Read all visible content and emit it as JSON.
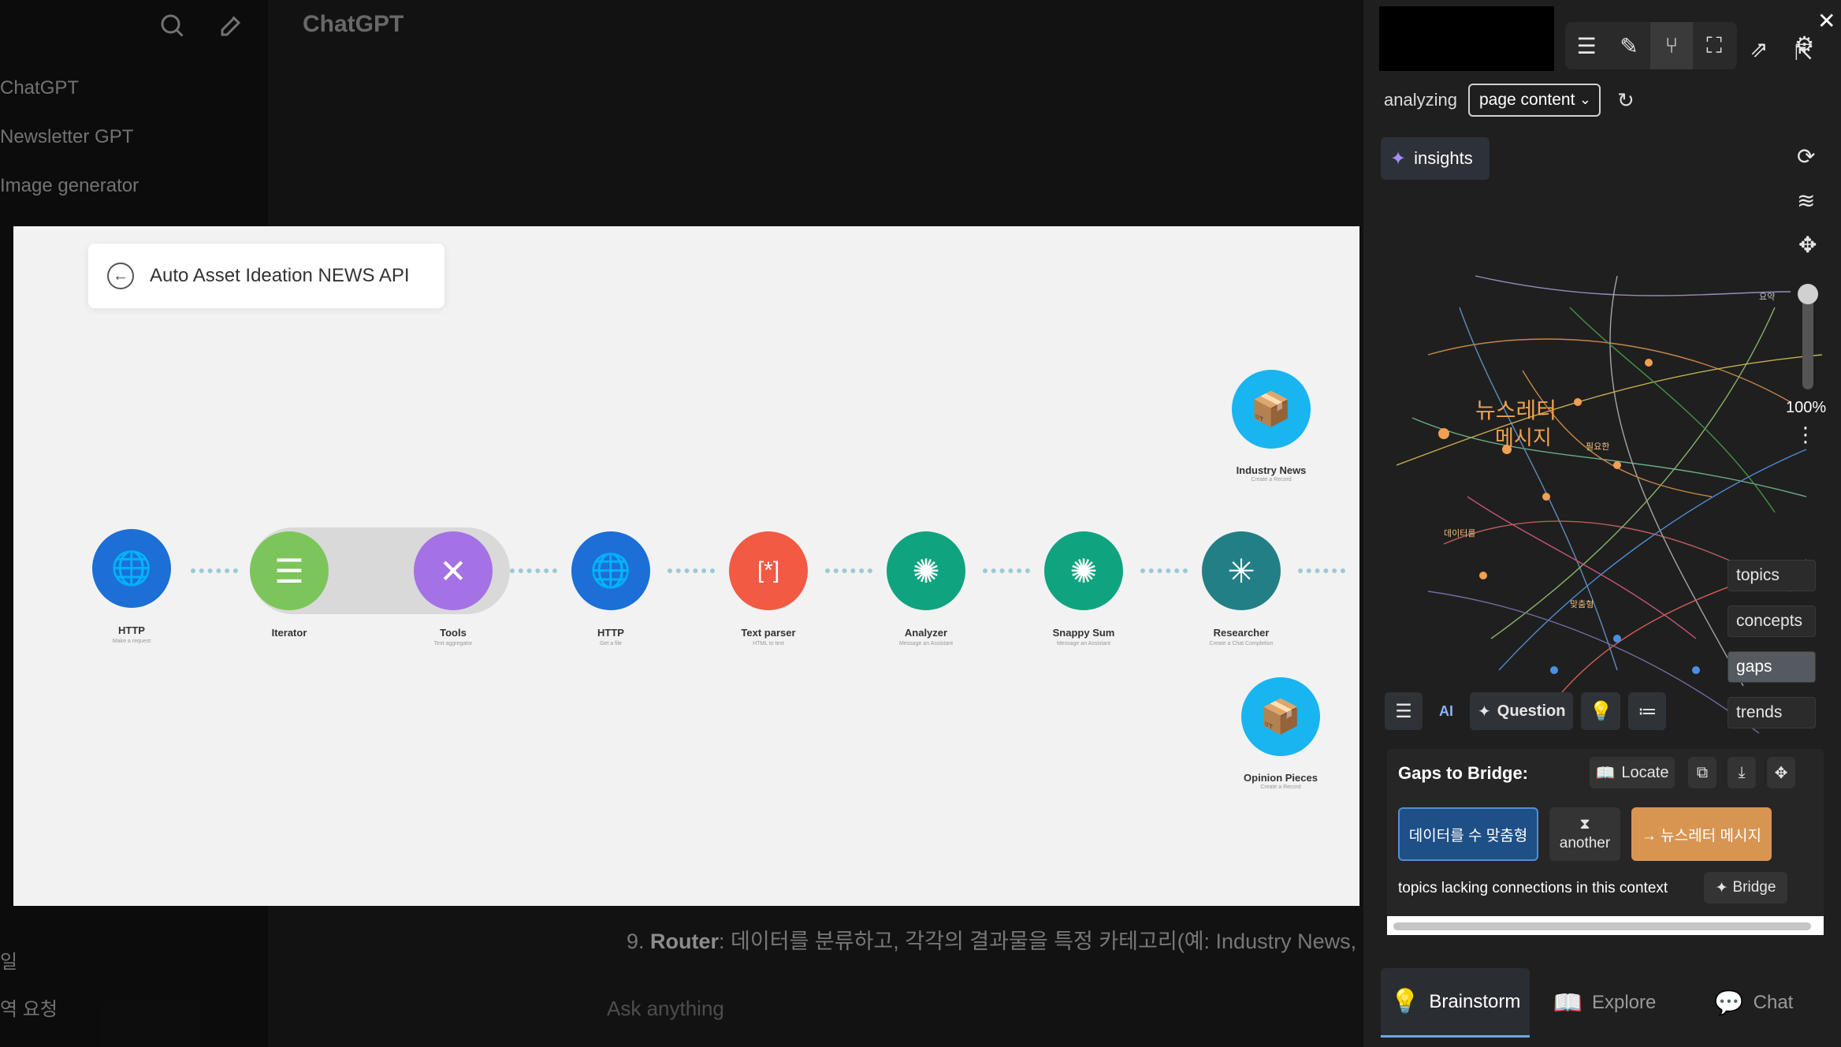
{
  "background": {
    "app_title": "ChatGPT",
    "sidebar_items": [
      "ChatGPT",
      "Newsletter GPT",
      "Image generator",
      "일",
      "역 요청"
    ],
    "chat_prefix": "9.",
    "chat_router": "Router",
    "chat_text": ": 데이터를 분류하고, 각각의 결과물을 특정 카테고리(예: Industry News,",
    "composer_placeholder": "Ask anything"
  },
  "workflow": {
    "title": "Auto Asset Ideation NEWS API",
    "nodes": [
      {
        "label": "HTTP",
        "sub": "Make a request",
        "color": "#1b6fd6"
      },
      {
        "label": "Iterator",
        "sub": "",
        "color": "#7cc55a"
      },
      {
        "label": "Tools",
        "sub": "Text aggregator",
        "color": "#a472e4"
      },
      {
        "label": "HTTP",
        "sub": "Get a file",
        "color": "#1b6fd6"
      },
      {
        "label": "Text parser",
        "sub": "HTML to text",
        "color": "#f25a44"
      },
      {
        "label": "Analyzer",
        "sub": "Message an Assistant",
        "color": "#10a37f"
      },
      {
        "label": "Snappy Sum",
        "sub": "Message an Assistant",
        "color": "#10a37f"
      },
      {
        "label": "Researcher",
        "sub": "Create a Chat Completion",
        "color": "#237f86"
      },
      {
        "label": "Industry News",
        "sub": "Create a Record",
        "color": "#18b5f0"
      },
      {
        "label": "Opinion Pieces",
        "sub": "Create a Record",
        "color": "#18b5f0"
      }
    ]
  },
  "panel": {
    "analyzing_label": "analyzing",
    "select_value": "page content",
    "insights_label": "insights",
    "zoom_level": "100%",
    "chips": [
      "topics",
      "concepts",
      "gaps",
      "trends"
    ],
    "active_chip": "gaps",
    "toolbar": {
      "ai_label": "AI",
      "question_label": "Question"
    },
    "gaps": {
      "title": "Gaps to Bridge:",
      "locate_label": "Locate",
      "tag_left": "데이터를 수 맞춤형",
      "another_label": "another",
      "tag_right": "→ 뉴스레터 메시지",
      "description": "topics lacking connections in this context",
      "bridge_label": "Bridge"
    },
    "tabs": [
      {
        "label": "Brainstorm",
        "active": true
      },
      {
        "label": "Explore",
        "active": false
      },
      {
        "label": "Chat",
        "active": false
      }
    ],
    "graph_labels": [
      "뉴스레터",
      "메시지",
      "필요한",
      "데이터를",
      "맞춤형",
      "요약"
    ]
  }
}
